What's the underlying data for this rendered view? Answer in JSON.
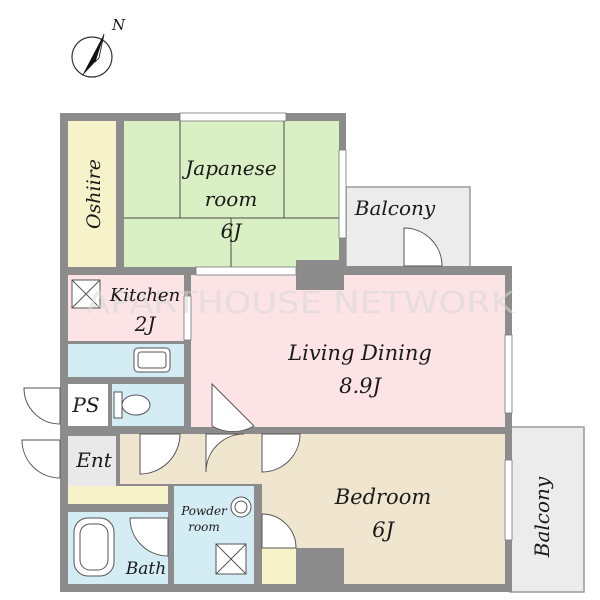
{
  "compass": {
    "letter": "N"
  },
  "watermark": "APARTHOUSE NETWORK",
  "rooms": {
    "japanese": {
      "line1": "Japanese",
      "line2": "room",
      "line3": "6J"
    },
    "oshiire": {
      "label": "Oshiire"
    },
    "balcony_top": {
      "label": "Balcony"
    },
    "kitchen": {
      "line1": "Kitchen",
      "line2": "2J"
    },
    "living": {
      "line1": "Living Dining",
      "line2": "8.9J"
    },
    "ps": {
      "label": "PS"
    },
    "ent": {
      "label": "Ent"
    },
    "powder": {
      "line1": "Powder",
      "line2": "room"
    },
    "bath": {
      "label": "Bath"
    },
    "bedroom": {
      "line1": "Bedroom",
      "line2": "6J"
    },
    "balcony_right": {
      "label": "Balcony"
    }
  },
  "colors": {
    "wall": "#8c8c8c",
    "tatami": "#d9efc4",
    "oshiire": "#f6f2c9",
    "kitchen": "#fbe3e6",
    "living": "#fbe3e6",
    "wet": "#d4ecf4",
    "hall": "#f0e6cf",
    "bedroom": "#f0e6cf",
    "balcony": "#ececec"
  }
}
